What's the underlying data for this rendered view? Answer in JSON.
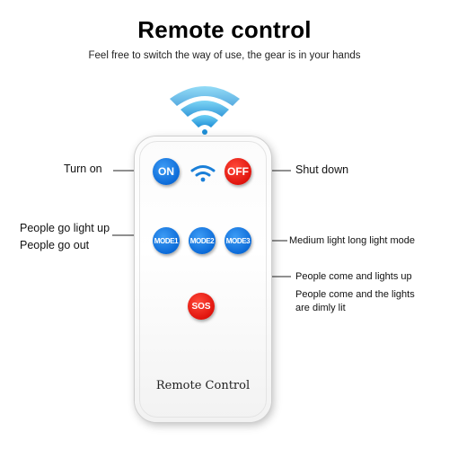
{
  "header": {
    "title": "Remote control",
    "subtitle": "Feel free to switch the way of use, the gear is in your hands"
  },
  "remote": {
    "label": "Remote Control",
    "buttons": {
      "on": "ON",
      "off": "OFF",
      "mode1": "MODE1",
      "mode2": "MODE2",
      "mode3": "MODE3",
      "sos": "SOS"
    },
    "icons": {
      "signal": "wifi-signal-icon",
      "center": "wifi-signal-icon"
    }
  },
  "annotations": {
    "turn_on": "Turn on",
    "shut_down": "Shut down",
    "mode1_line1": "People go light up",
    "mode1_line2": "People go out",
    "mode3": "Medium light long light mode",
    "mode2_line1": "People come and lights up",
    "mode2_line2": "People come and the lights",
    "mode2_line3": "are dimly lit"
  },
  "colors": {
    "button_blue": "#0c6bd8",
    "button_red": "#e0140d",
    "signal_blue": "#38b6e8"
  }
}
